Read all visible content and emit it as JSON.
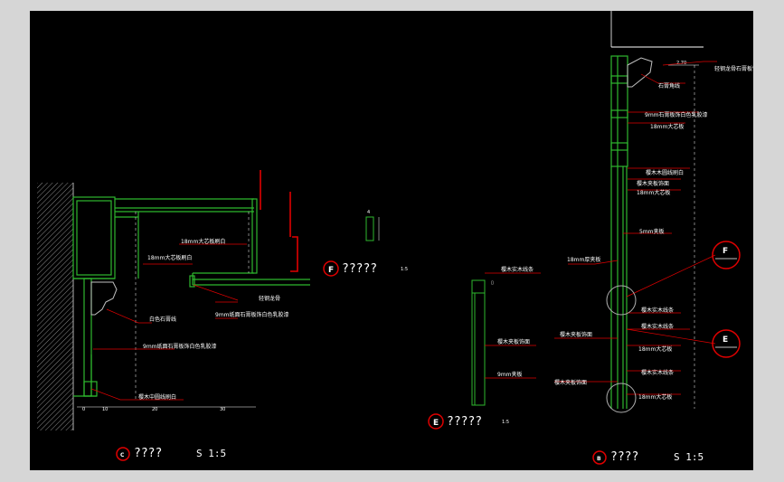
{
  "drawing": {
    "background": "#000000",
    "colors": {
      "green": "#2eb82e",
      "red": "#e00000",
      "white": "#ffffff",
      "hatch": "#8a8a8a",
      "grey": "#b0b0b0"
    }
  },
  "detail_left": {
    "title": "????",
    "scale": "S 1:5",
    "marker": "C",
    "callouts": [
      "18mm大芯板刷白",
      "18mm大芯板刷白",
      "轻钢龙骨",
      "9mm纸面石膏板饰白色乳胶漆",
      "白色石膏线",
      "9mm纸面石膏板饰白色乳胶漆",
      "樱木中圆线刷白"
    ],
    "dims": [
      "0",
      "10",
      "20",
      "30"
    ]
  },
  "detail_f": {
    "title": "?????",
    "scale": "1:5",
    "marker": "F",
    "dim": "4"
  },
  "detail_e": {
    "title": "?????",
    "scale": "1:5",
    "marker": "E",
    "callouts": [
      "樱木实木线条",
      "樱木夹板饰面",
      "9mm夹板"
    ]
  },
  "detail_right": {
    "title": "????",
    "scale": "S 1:5",
    "marker": "B",
    "level": "2.70",
    "callouts": [
      "轻钢龙骨石膏板饰乳胶漆",
      "石膏角线",
      "9mm石膏板饰白色乳胶漆",
      "18mm大芯板",
      "樱木木圆线刷白",
      "樱木夹板饰面",
      "18mm大芯板",
      "5mm夹板",
      "18mm厚夹板",
      "樱木实木线条",
      "樱木实木线条",
      "樱木夹板饰面",
      "18mm大芯板",
      "樱木实木线条",
      "樱木夹板饰面",
      "18mm大芯板"
    ],
    "section_marks": [
      "F",
      "E"
    ]
  }
}
